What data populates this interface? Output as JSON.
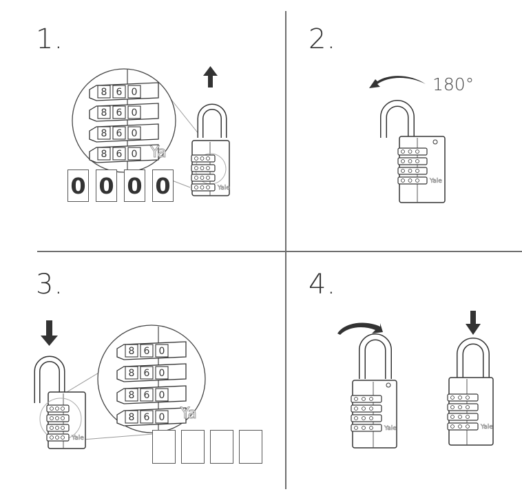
{
  "title": "Combination padlock – set your own code",
  "steps": [
    {
      "number": "1.",
      "action": "pull-shackle-up",
      "code_display": [
        "0",
        "0",
        "0",
        "0"
      ],
      "brand_mark_zoom": "Ya",
      "brand_mark": "Yale"
    },
    {
      "number": "2.",
      "action": "rotate-shackle",
      "rotation_label": "180°",
      "brand_mark": "Yale"
    },
    {
      "number": "3.",
      "action": "push-shackle-down-and-set-code",
      "code_display": [
        "",
        "",
        "",
        ""
      ],
      "brand_mark_zoom": "Ya",
      "brand_mark": "Yale"
    },
    {
      "number": "4.",
      "action": "rotate-back-and-close",
      "brand_mark": "Yale"
    }
  ],
  "colors": {
    "line": "#333333",
    "arrow": "#333333",
    "divider": "#6e6e6e",
    "background": "#ffffff"
  }
}
